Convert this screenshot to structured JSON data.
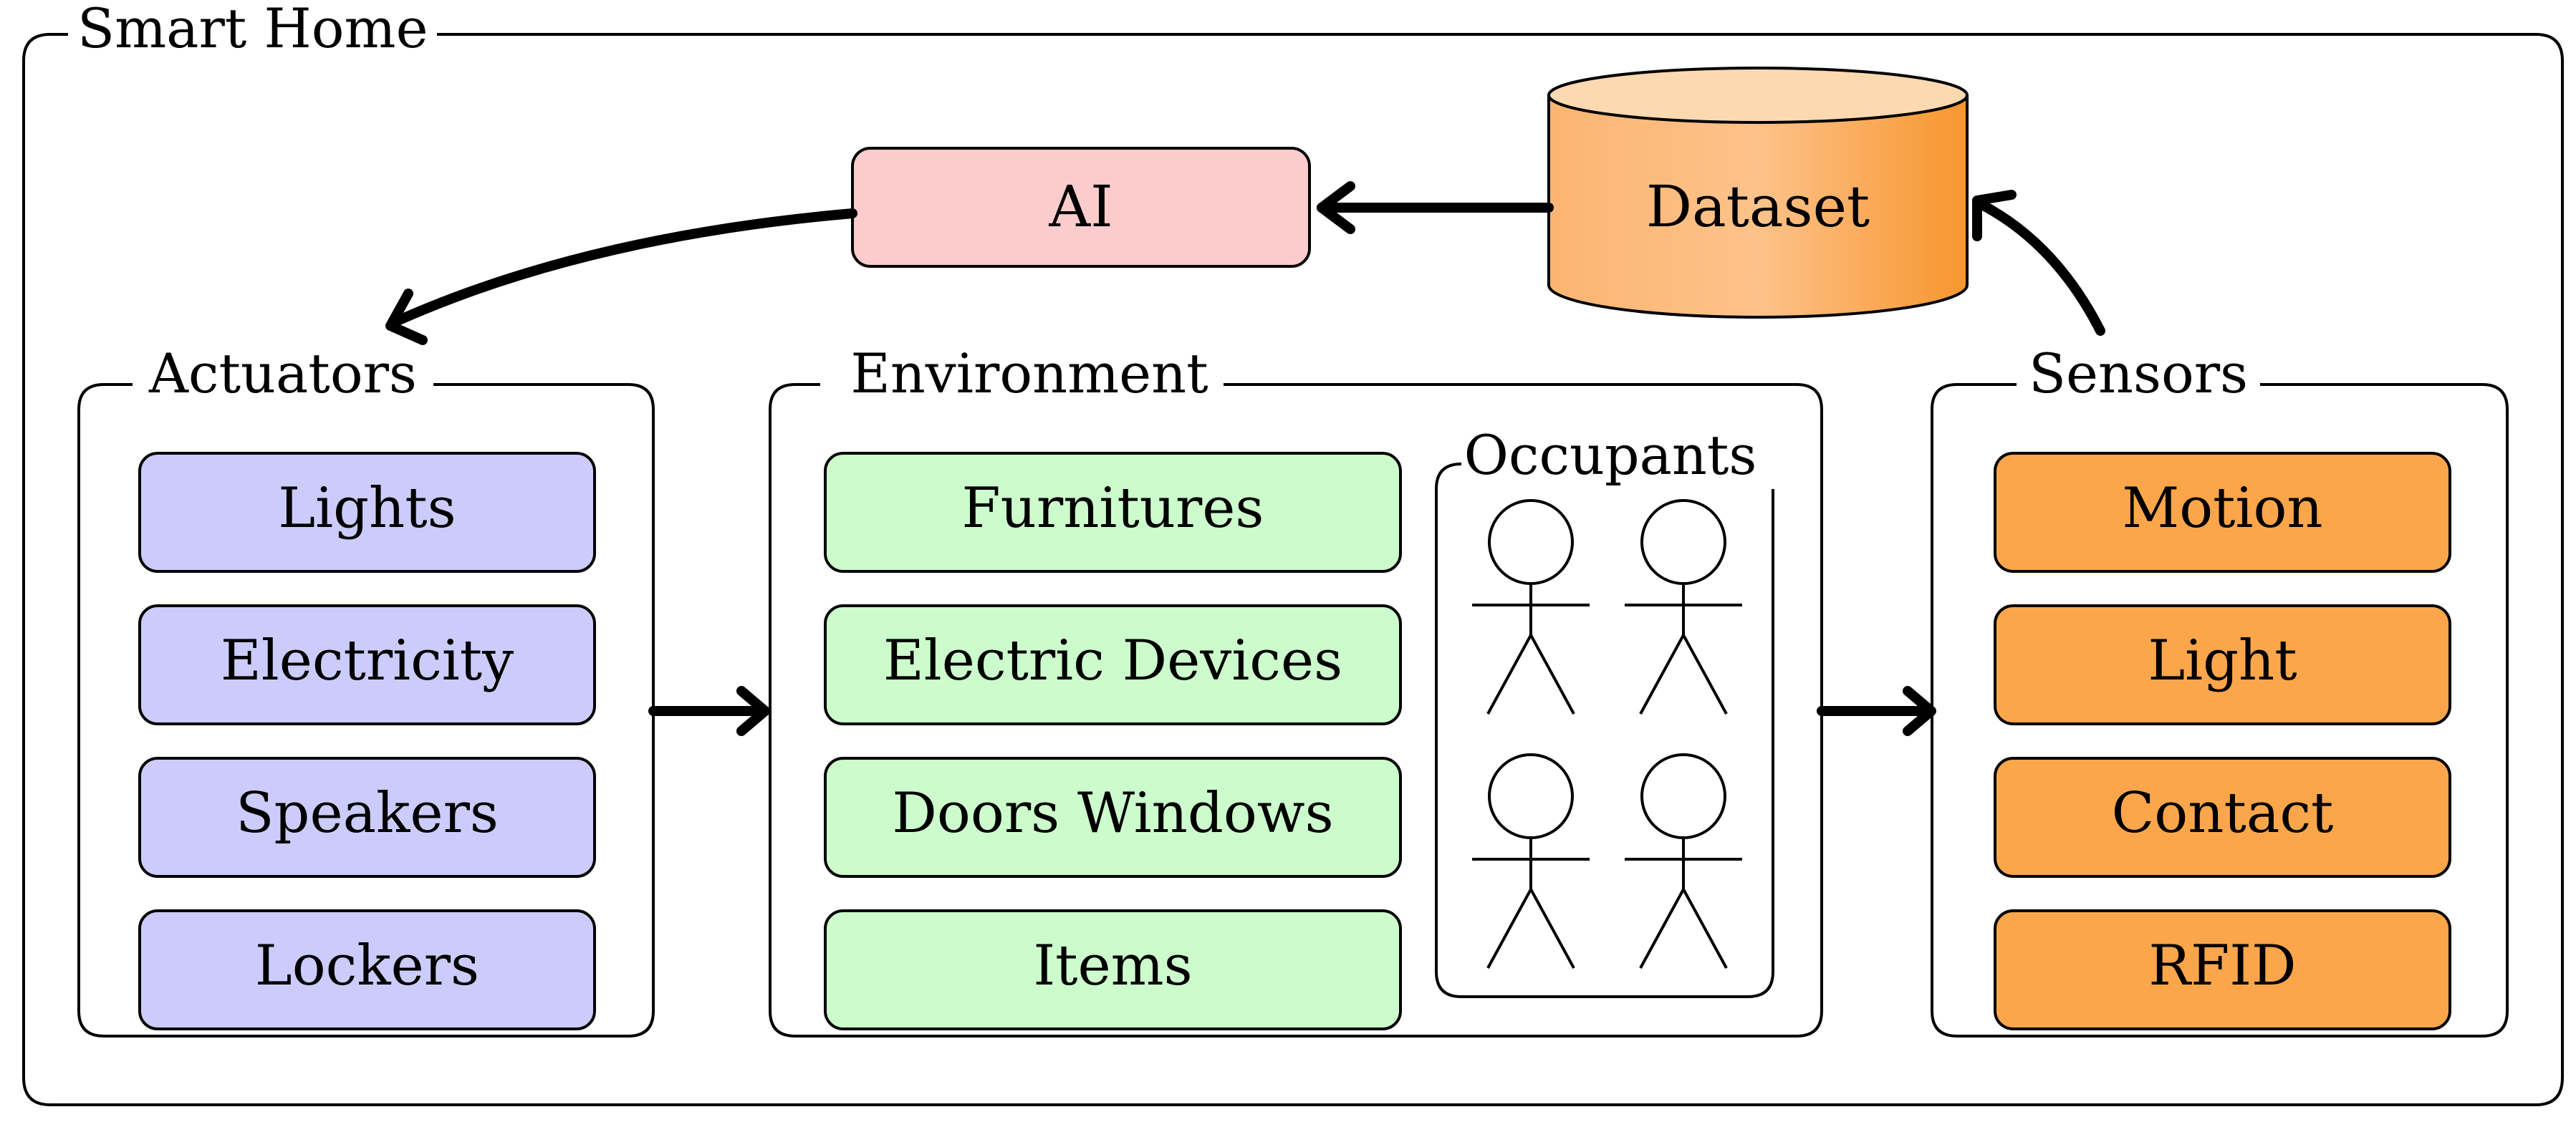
{
  "title": "Smart Home",
  "ai": {
    "label": "AI",
    "fill": "#fccccc"
  },
  "dataset": {
    "label": "Dataset",
    "fill": "#f9a646",
    "top_fill": "#fdd9b2"
  },
  "actuators": {
    "title": "Actuators",
    "fill": "#ccccfc",
    "items": [
      "Lights",
      "Electricity",
      "Speakers",
      "Lockers"
    ]
  },
  "environment": {
    "title": "Environment",
    "fill": "#ccfccc",
    "items": [
      "Furnitures",
      "Electric Devices",
      "Doors Windows",
      "Items"
    ],
    "occupants": {
      "title": "Occupants",
      "count": 4,
      "icon": "person-icon"
    }
  },
  "sensors": {
    "title": "Sensors",
    "fill": "#fca64c",
    "items": [
      "Motion",
      "Light",
      "Contact",
      "RFID"
    ]
  }
}
